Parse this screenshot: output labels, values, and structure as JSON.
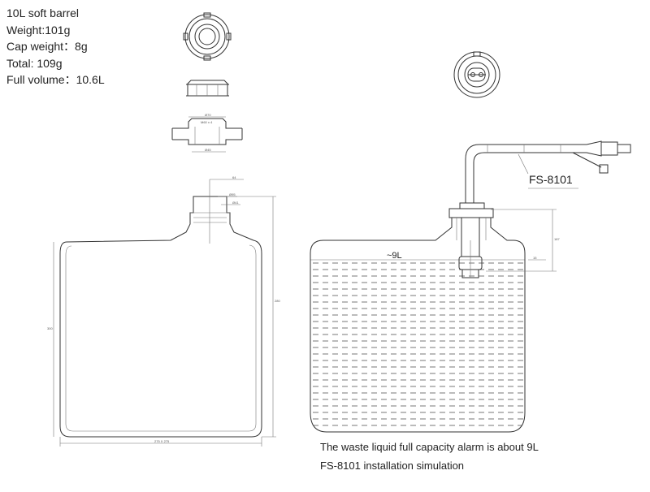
{
  "specs": {
    "title": "10L soft barrel",
    "weight": "Weight:101g",
    "cap_weight": "Cap weight：8g",
    "total": "Total:   109g",
    "full_volume": "Full volume：10.6L"
  },
  "drawing": {
    "dims": {
      "neck_width": "64",
      "neck_outer": "Ø95",
      "neck_inner": "Ø41",
      "cap_top": "Ø70",
      "cap_sub": "M60 x 4",
      "cap_bottom": "Ø45",
      "height": "280",
      "side": "300",
      "base": "275 X 275",
      "insert_depth": "187",
      "alarm_gap": "15"
    },
    "model_label": "FS-8101",
    "level_label": "~9L"
  },
  "captions": {
    "alarm": "The waste liquid full capacity alarm is about 9L",
    "simulation": "FS-8101 installation simulation"
  }
}
